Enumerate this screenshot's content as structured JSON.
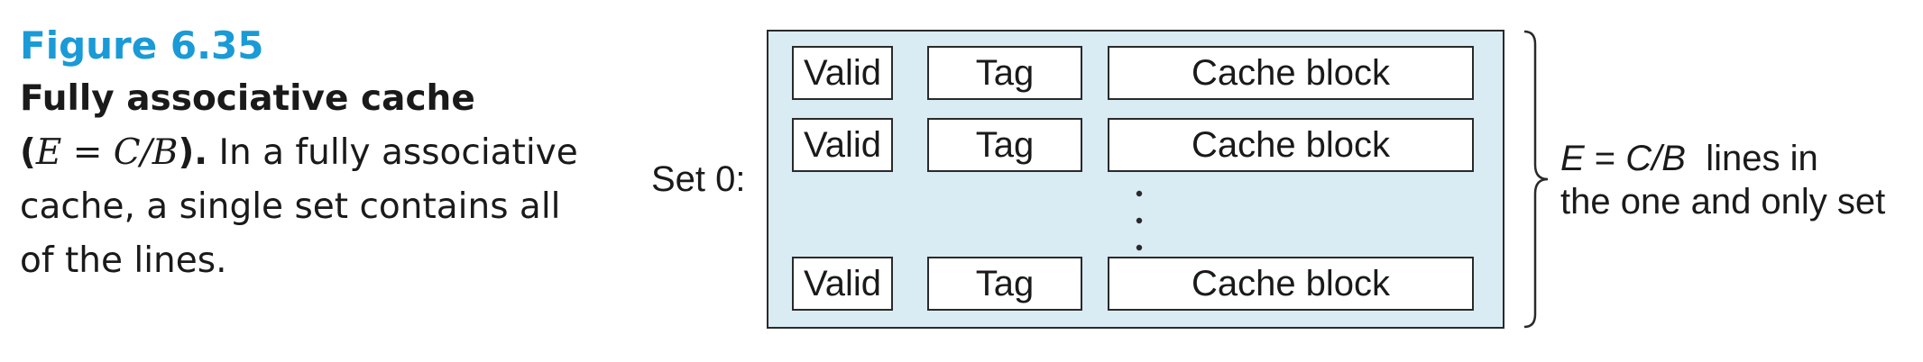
{
  "caption": {
    "figure_number": "Figure 6.35",
    "title": "Fully associative cache",
    "formula_open": "(",
    "formula_lhs": "E",
    "formula_eq": " = ",
    "formula_rhs": "C/B",
    "formula_close": ").",
    "text": " In a fully associative cache, a single set contains all of the lines."
  },
  "diagram": {
    "set_label": "Set 0:",
    "lines": [
      {
        "valid": "Valid",
        "tag": "Tag",
        "block": "Cache block"
      },
      {
        "valid": "Valid",
        "tag": "Tag",
        "block": "Cache block"
      },
      {
        "valid": "Valid",
        "tag": "Tag",
        "block": "Cache block"
      }
    ],
    "brace_label": {
      "formula_lhs": "E",
      "formula_eq": " = ",
      "formula_rhs": "C/B",
      "line1_rest": "  lines in",
      "line2": "the one and only set"
    }
  },
  "colors": {
    "figure_number": "#1a9ad6",
    "set_fill": "#d9ebf3",
    "stroke": "#2a2a2a"
  }
}
